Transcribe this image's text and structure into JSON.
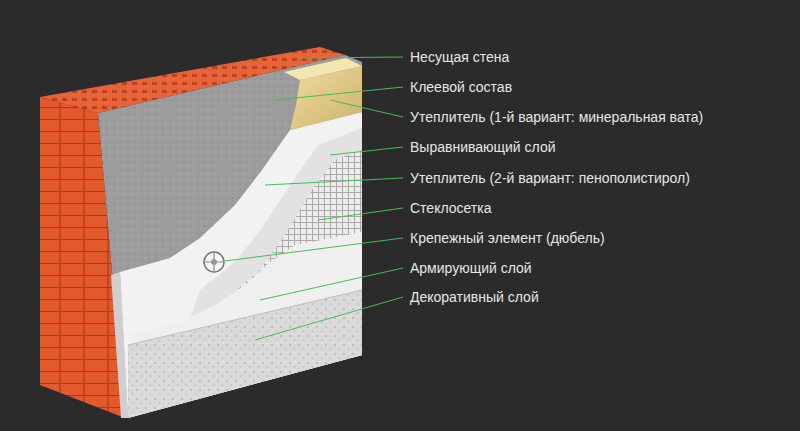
{
  "diagram": {
    "labels": [
      "Несущая стена",
      "Клеевой состав",
      "Утеплитель (1-й вариант: минеральная вата)",
      "Выравнивающий слой",
      "Утеплитель (2-й вариант: пенополистирол)",
      "Стеклосетка",
      "Крепежный элемент (дюбель)",
      "Армирующий слой",
      "Декоративный слой"
    ]
  }
}
